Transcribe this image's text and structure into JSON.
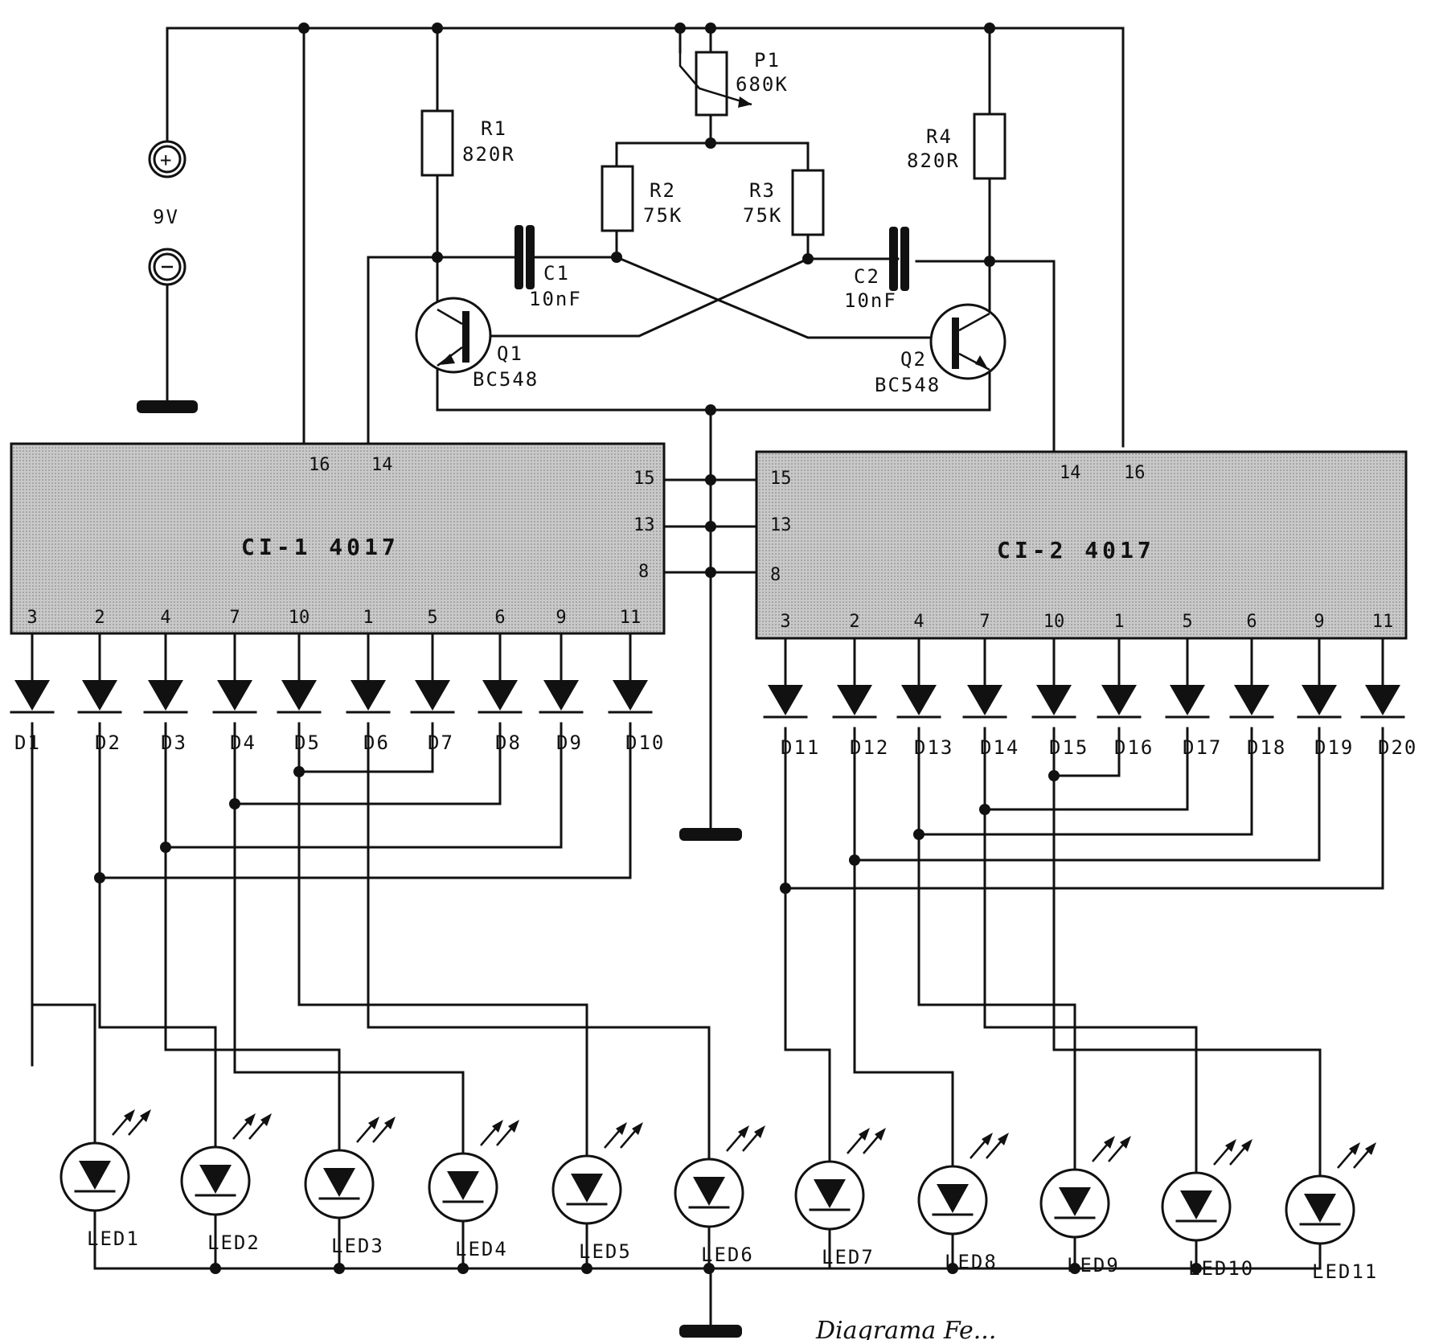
{
  "battery": {
    "label": "9V"
  },
  "resistors": [
    {
      "name": "R1",
      "value": "820R"
    },
    {
      "name": "R2",
      "value": "75K"
    },
    {
      "name": "R3",
      "value": "75K"
    },
    {
      "name": "R4",
      "value": "820R"
    }
  ],
  "potentiometer": {
    "name": "P1",
    "value": "680K"
  },
  "capacitors": [
    {
      "name": "C1",
      "value": "10nF"
    },
    {
      "name": "C2",
      "value": "10nF"
    }
  ],
  "transistors": [
    {
      "name": "Q1",
      "type": "BC548"
    },
    {
      "name": "Q2",
      "type": "BC548"
    }
  ],
  "chips": [
    {
      "label": "CI-1  4017",
      "top_pins": [
        "16",
        "14"
      ],
      "side_pins": [
        "15",
        "13",
        "8"
      ],
      "bottom_pins": [
        "3",
        "2",
        "4",
        "7",
        "10",
        "1",
        "5",
        "6",
        "9",
        "11"
      ]
    },
    {
      "label": "CI-2  4017",
      "top_pins": [
        "14",
        "16"
      ],
      "side_pins": [
        "15",
        "13",
        "8"
      ],
      "bottom_pins": [
        "3",
        "2",
        "4",
        "7",
        "10",
        "1",
        "5",
        "6",
        "9",
        "11"
      ]
    }
  ],
  "diodes": [
    "D1",
    "D2",
    "D3",
    "D4",
    "D5",
    "D6",
    "D7",
    "D8",
    "D9",
    "D10",
    "D11",
    "D12",
    "D13",
    "D14",
    "D15",
    "D16",
    "D17",
    "D18",
    "D19",
    "D20"
  ],
  "leds": [
    "LED1",
    "LED2",
    "LED3",
    "LED4",
    "LED5",
    "LED6",
    "LED7",
    "LED8",
    "LED9",
    "LED10",
    "LED11"
  ],
  "caption": "Diagrama Fe..."
}
